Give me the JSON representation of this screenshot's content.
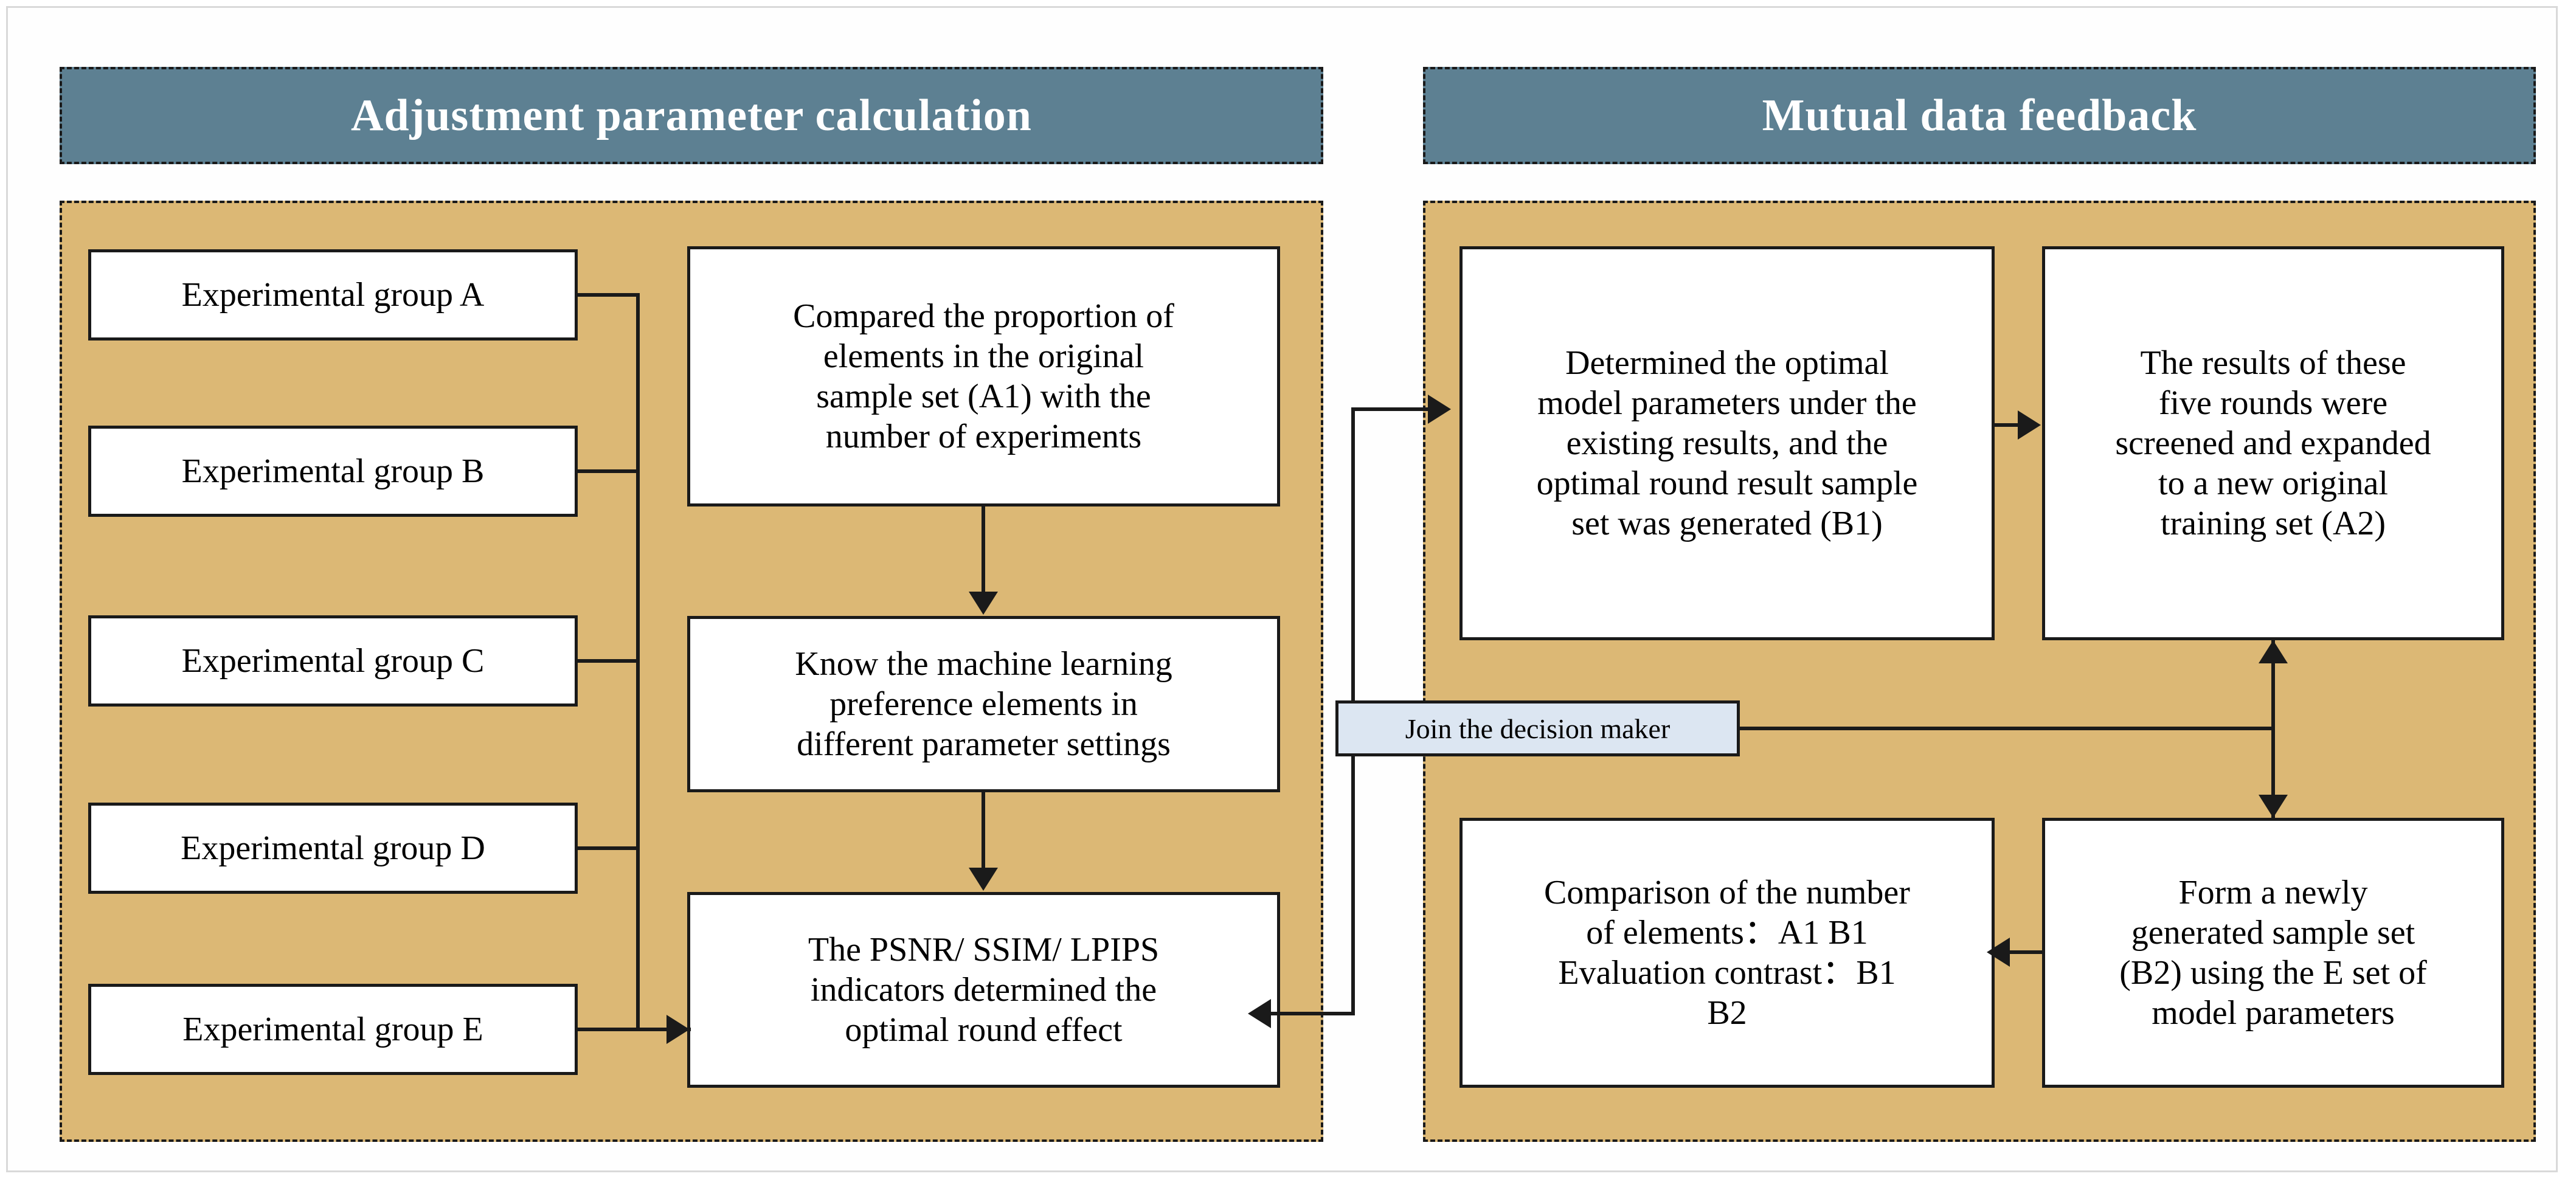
{
  "page": {
    "title": "Adjustment parameter calculation / Mutual data feedback workflow diagram",
    "colors": {
      "header_fill": "#5d8092",
      "panel_fill": "#dcb875",
      "node_fill": "#ffffff",
      "label_fill": "#dce6f2",
      "line": "#1a1a1a",
      "page_border": "#d9d9d9"
    }
  },
  "panels": {
    "left": {
      "header": "Adjustment parameter calculation",
      "groups": [
        {
          "id": "A",
          "label": "Experimental group A"
        },
        {
          "id": "B",
          "label": "Experimental group B"
        },
        {
          "id": "C",
          "label": "Experimental group C"
        },
        {
          "id": "D",
          "label": "Experimental group D"
        },
        {
          "id": "E",
          "label": "Experimental group E"
        }
      ],
      "steps": [
        {
          "id": "mid-1",
          "text": "Compared the proportion of\nelements in the original\nsample set (A1) with the\nnumber of experiments"
        },
        {
          "id": "mid-2",
          "text": "Know the machine learning\npreference elements in\ndifferent parameter  settings"
        },
        {
          "id": "mid-3",
          "text": "The PSNR/ SSIM/ LPIPS\nindicators determined the\noptimal round effect"
        }
      ]
    },
    "right": {
      "header": "Mutual data feedback",
      "steps": [
        {
          "id": "rt-b1",
          "text": "Determined the optimal\nmodel parameters under the\nexisting results, and the\noptimal round result sample\nset was generated (B1)"
        },
        {
          "id": "rt-a2",
          "text": "The results of these\nfive rounds were\nscreened and expanded\nto a new original\ntraining set (A2)"
        },
        {
          "id": "rt-cmp",
          "text": "Comparison of the number\nof elements：A1 B1\nEvaluation contrast：B1\nB2"
        },
        {
          "id": "rt-b2",
          "text": "Form a newly\ngenerated sample set\n(B2) using the E set of\nmodel parameters"
        }
      ]
    }
  },
  "connector_label": {
    "text": "Join the decision maker"
  }
}
